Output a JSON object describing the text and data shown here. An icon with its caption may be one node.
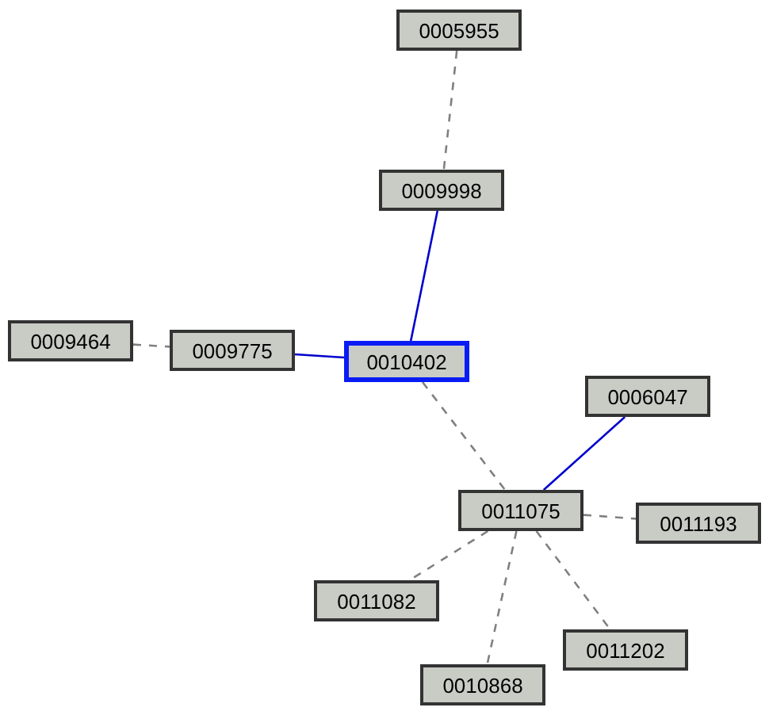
{
  "diagram": {
    "nodes": [
      {
        "text": [
          "0005955"
        ]
      },
      {
        "text": [
          "0009998"
        ]
      },
      {
        "text": [
          "0009464"
        ]
      },
      {
        "text": [
          "0009775"
        ]
      },
      {
        "text": [
          "0010402"
        ]
      },
      {
        "text": [
          "0006047"
        ]
      },
      {
        "text": [
          "0011075"
        ]
      },
      {
        "text": [
          "0011193"
        ]
      },
      {
        "text": [
          "0011082"
        ]
      },
      {
        "text": [
          "0011202"
        ]
      },
      {
        "text": [
          "0010868"
        ]
      }
    ],
    "edges": [
      {
        "from": 0,
        "to": 1,
        "arrow": "none",
        "style": "dashed"
      },
      {
        "from": 1,
        "to": 4,
        "arrow": "none",
        "color": "#0000cc"
      },
      {
        "from": 2,
        "to": 3,
        "arrow": "none",
        "style": "dashed"
      },
      {
        "from": 3,
        "to": 4,
        "arrow": "none",
        "color": "#0000cc"
      },
      {
        "from": 4,
        "to": 6,
        "arrow": "none",
        "style": "dashed"
      },
      {
        "from": 5,
        "to": 6,
        "arrow": "none",
        "color": "#0000cc"
      },
      {
        "from": 6,
        "to": 7,
        "arrow": "none",
        "style": "dashed"
      },
      {
        "from": 6,
        "to": 8,
        "arrow": "none",
        "style": "dashed"
      },
      {
        "from": 6,
        "to": 10,
        "arrow": "none",
        "style": "dashed"
      },
      {
        "from": 6,
        "to": 9,
        "arrow": "none",
        "style": "dashed"
      }
    ]
  }
}
